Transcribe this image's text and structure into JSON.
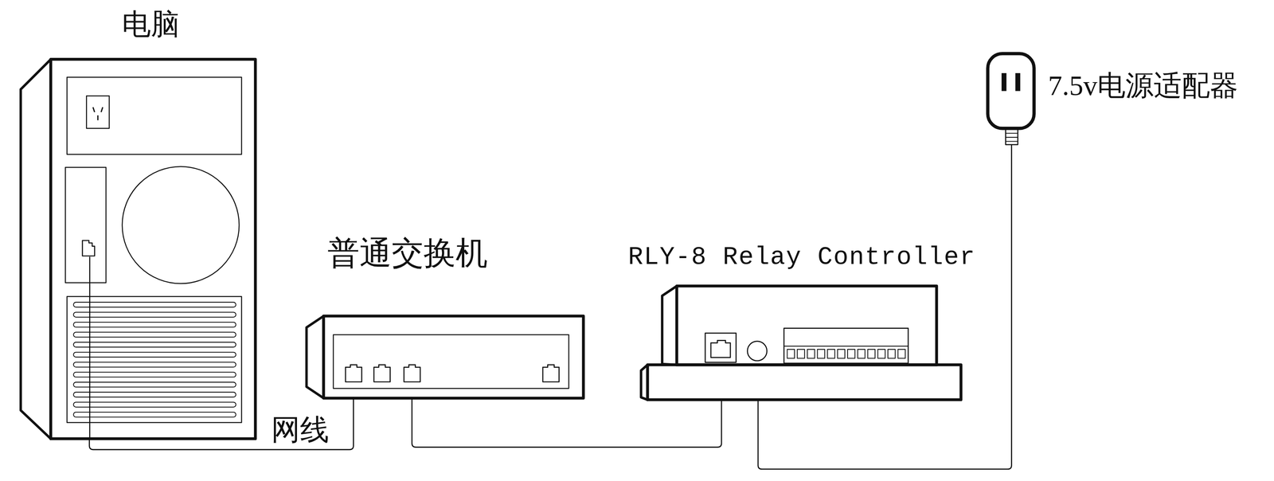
{
  "diagram": {
    "nodes": [
      {
        "text": [
          "电脑"
        ]
      },
      {
        "text": [
          "普通交换机"
        ]
      },
      {
        "text": [
          "RLY-8 Relay Controller"
        ]
      },
      {
        "text": [
          "7.5v电源适配器"
        ]
      }
    ],
    "edges": [
      {
        "from": 0,
        "to": 1,
        "label": "网线",
        "arrow": "none"
      },
      {
        "from": 1,
        "to": 2,
        "arrow": "none"
      },
      {
        "from": 2,
        "to": 3,
        "arrow": "none"
      }
    ]
  }
}
